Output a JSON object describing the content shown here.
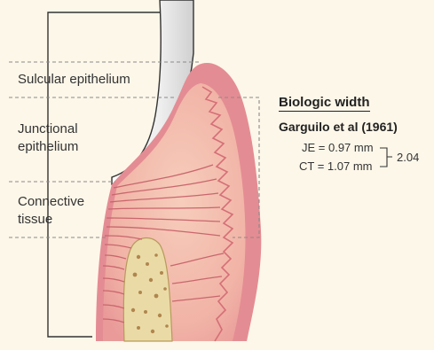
{
  "labels": {
    "sulcular": "Sulcular epithelium",
    "junctional": "Junctional\nepithelium",
    "connective": "Connective\ntissue"
  },
  "biologic_width": {
    "title": "Biologic width",
    "reference": "Garguilo et al (1961)",
    "je": "JE = 0.97 mm",
    "ct": "CT = 1.07 mm",
    "total": "2.04"
  },
  "colors": {
    "background": "#fdf7e9",
    "gingiva_outer": "#e48c93",
    "gingiva_inner": "#f5c4b4",
    "tooth": "#eeeeee",
    "bone": "#e9d9a3",
    "fibers": "#c9666d",
    "dashed": "#8a8a8a"
  }
}
